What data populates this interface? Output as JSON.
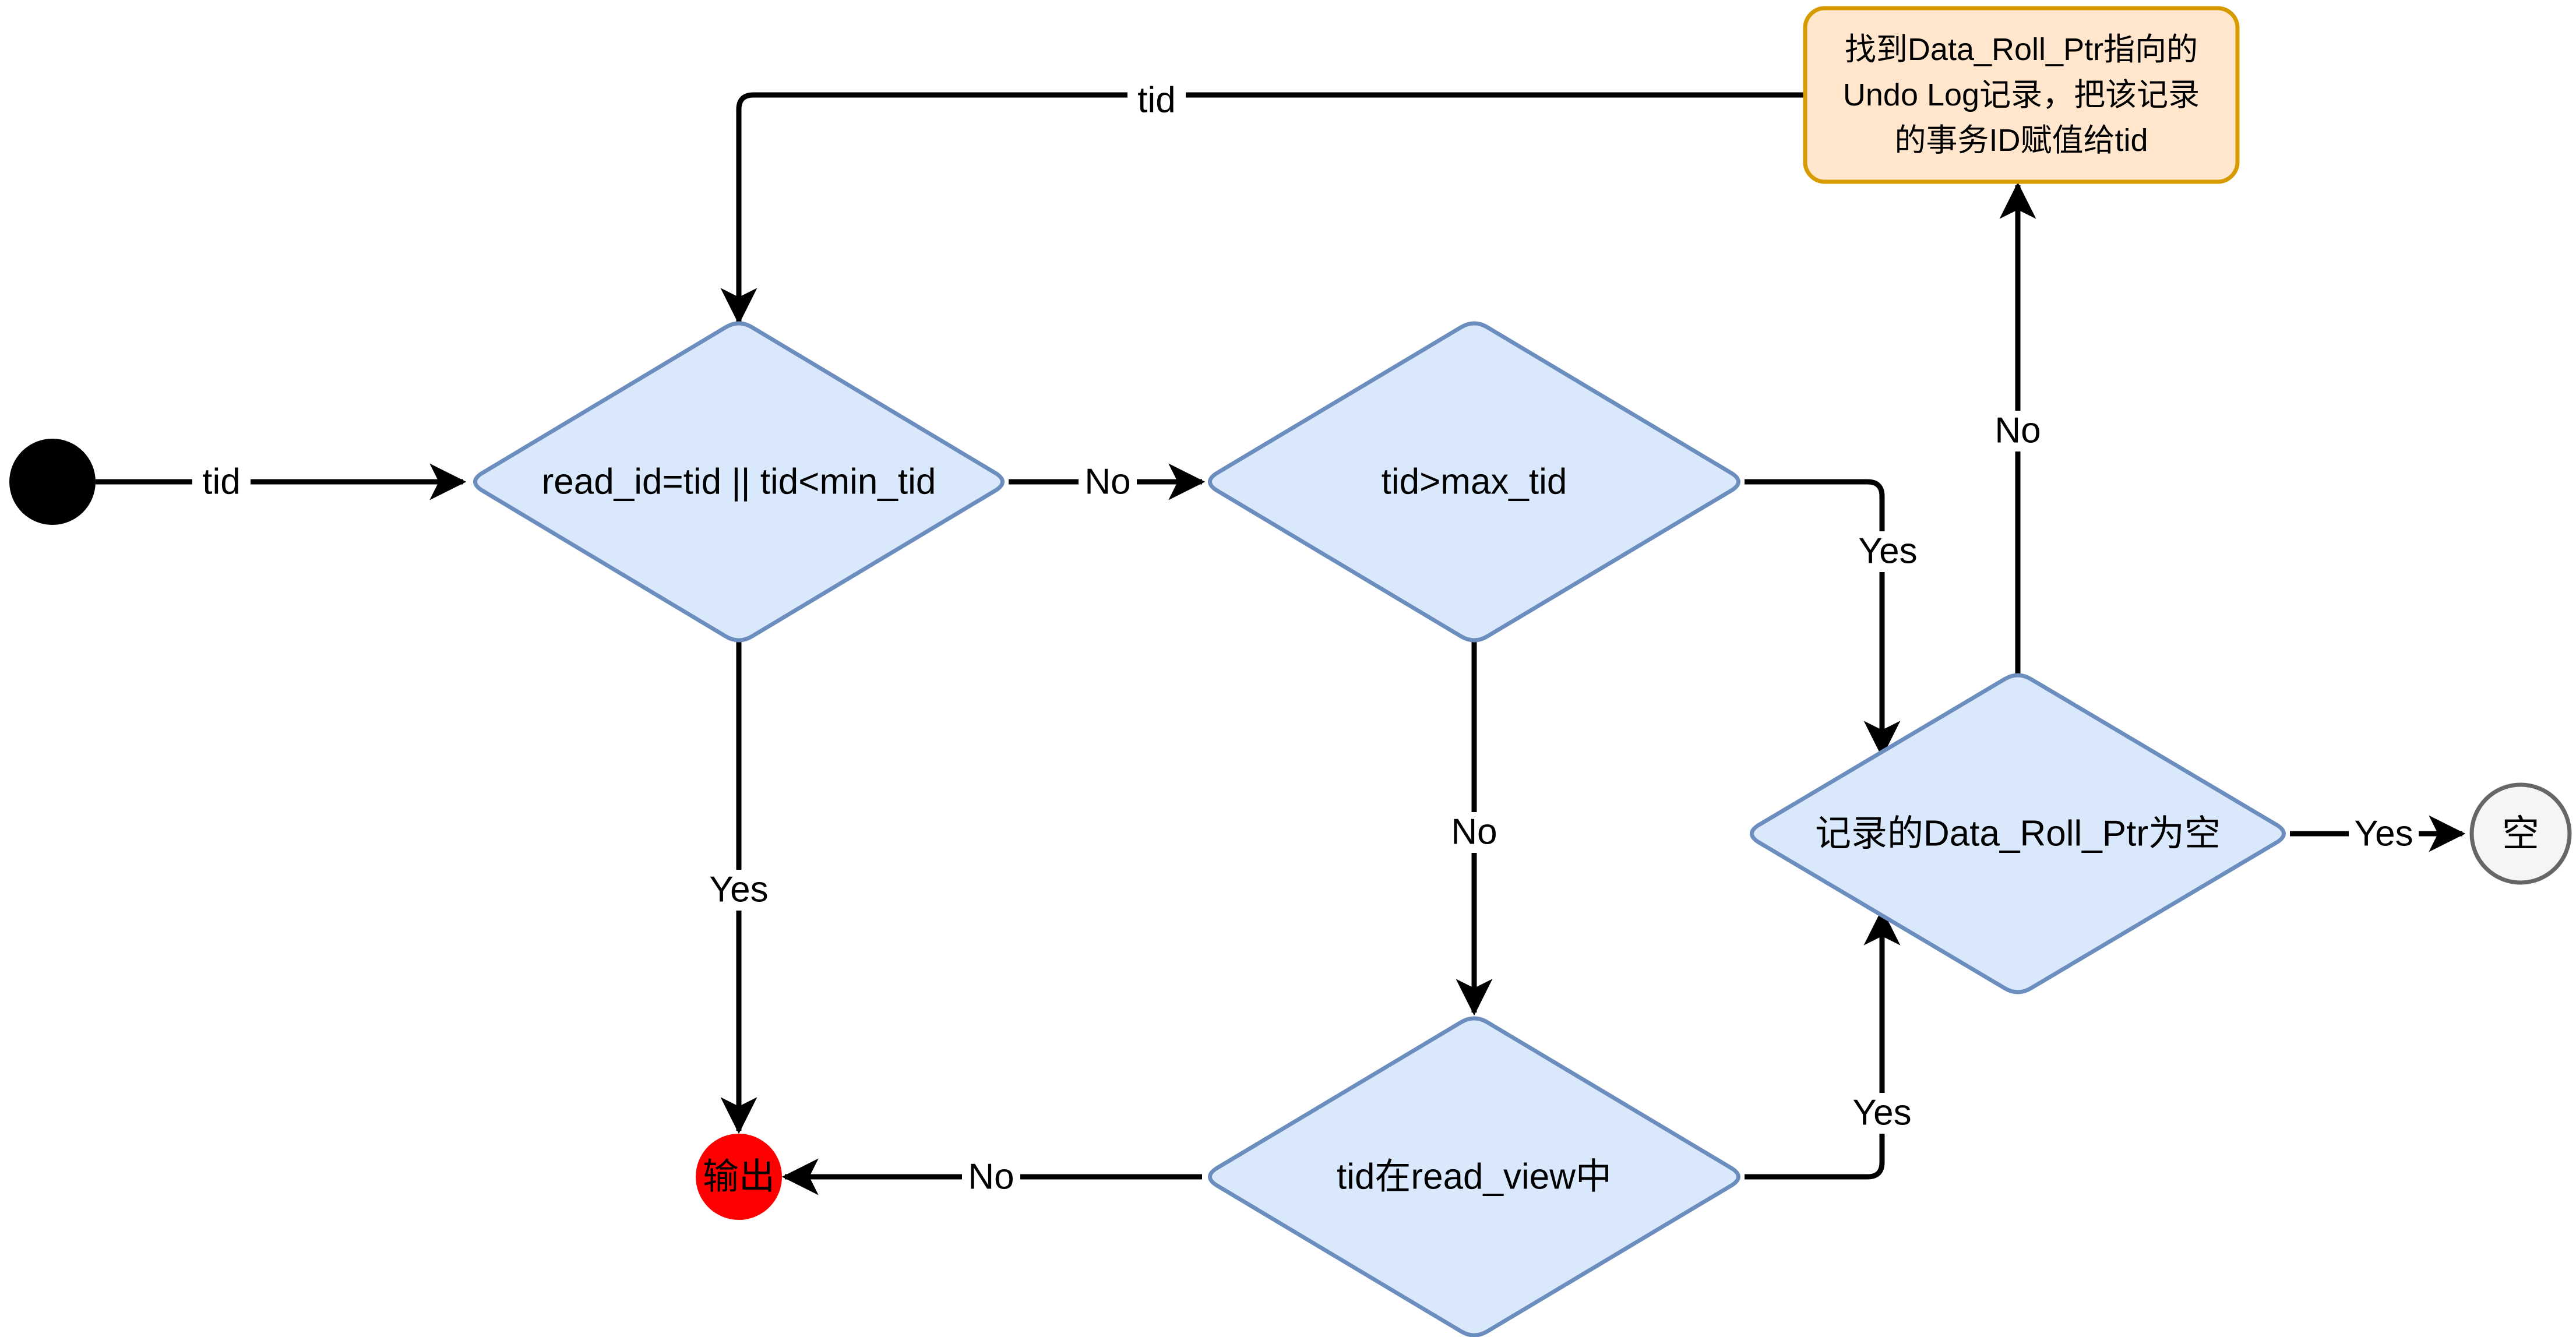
{
  "nodes": {
    "start": "",
    "decision_read_id": "read_id=tid || tid<min_tid",
    "decision_max": "tid>max_tid",
    "decision_in_view": "tid在read_view中",
    "decision_roll_ptr": "记录的Data_Roll_Ptr为空",
    "process_undo_line1": "找到Data_Roll_Ptr指向的",
    "process_undo_line2": "Undo Log记录，把该记录",
    "process_undo_line3": "的事务ID赋值给tid",
    "end_output": "输出",
    "end_empty": "空"
  },
  "edges": {
    "start_to_decision": "tid",
    "decision_to_max_no": "No",
    "read_id_yes": "Yes",
    "max_yes": "Yes",
    "max_no": "No",
    "in_view_no": "No",
    "in_view_yes": "Yes",
    "roll_ptr_no": "No",
    "roll_ptr_yes": "Yes",
    "undo_to_decision": "tid"
  },
  "colors": {
    "decision_fill": "#dae8fc",
    "decision_stroke": "#6c8ebf",
    "process_fill": "#ffe6cc",
    "process_stroke": "#d79b00",
    "output_fill": "#ff0000",
    "empty_fill": "#f5f5f5",
    "empty_stroke": "#666666",
    "edge": "#000000"
  }
}
